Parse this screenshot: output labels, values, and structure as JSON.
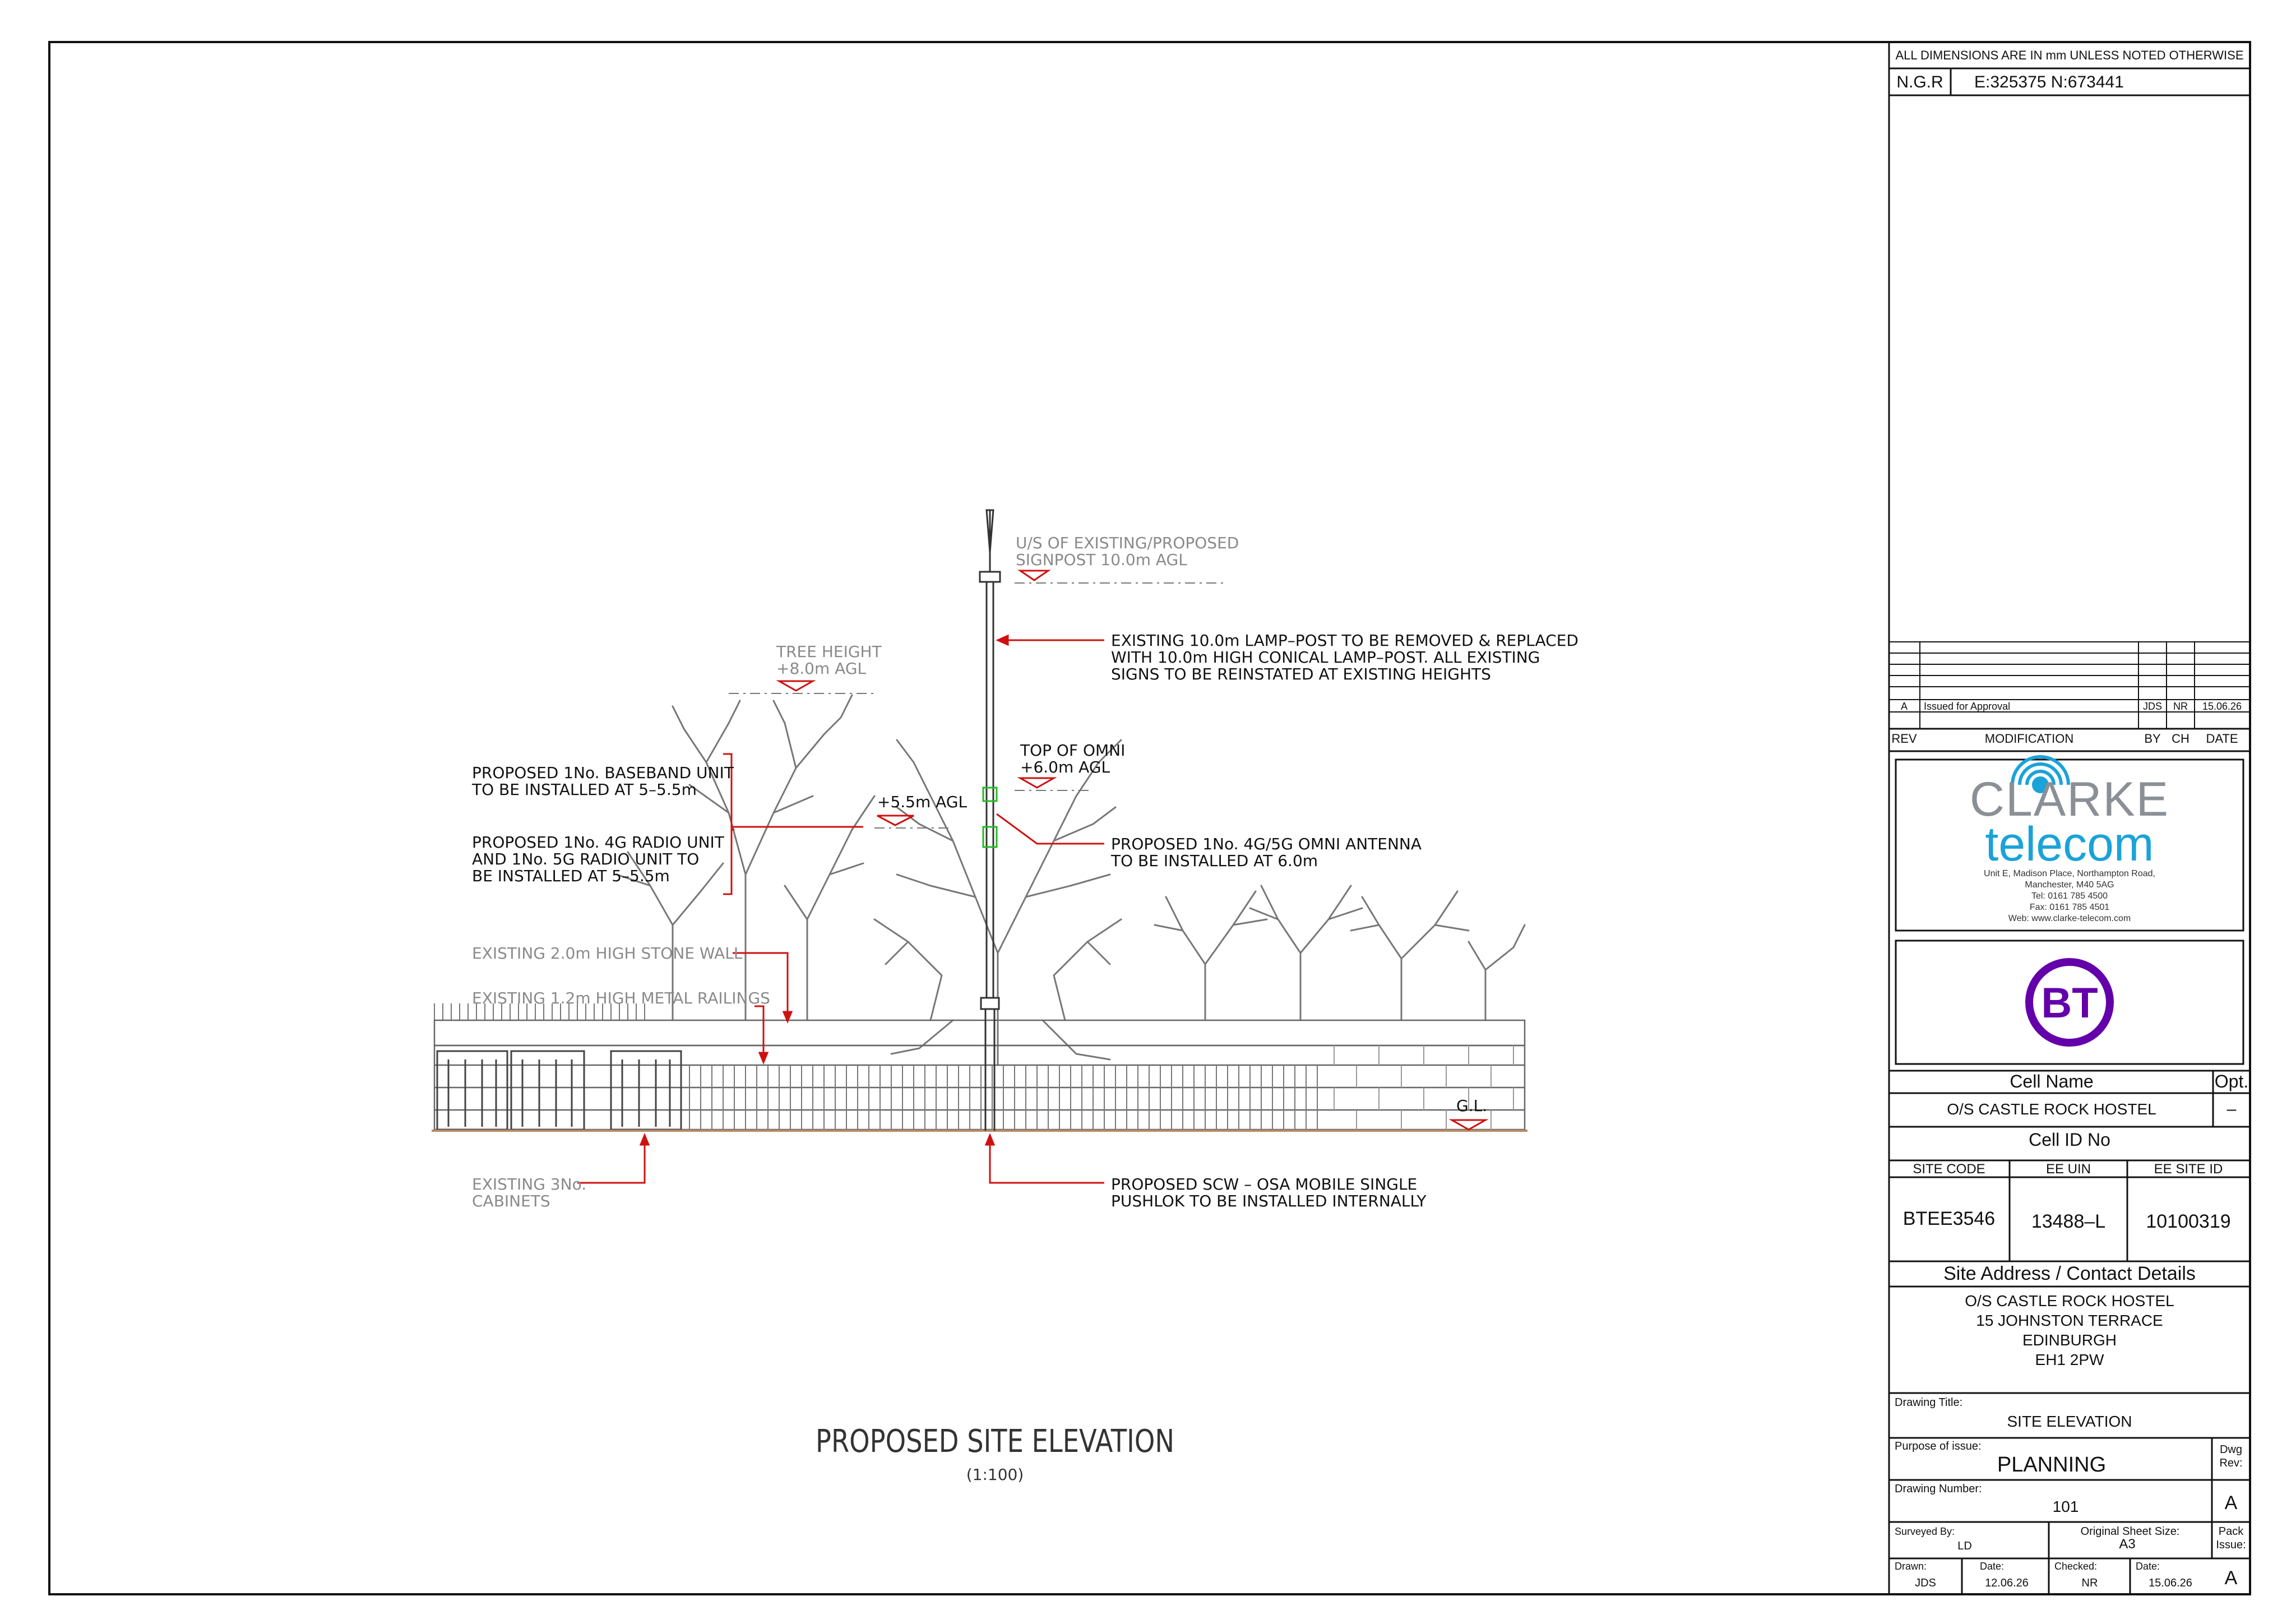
{
  "title_block": {
    "dimensions_note": "ALL DIMENSIONS ARE IN mm UNLESS NOTED OTHERWISE",
    "ngr_label": "N.G.R",
    "ngr_value": "E:325375  N:673441",
    "revision_row": {
      "rev": "A",
      "modification": "Issued for Approval",
      "by": "JDS",
      "ch": "NR",
      "date": "15.06.26"
    },
    "rev_headers": {
      "rev": "REV",
      "modification": "MODIFICATION",
      "by": "BY",
      "ch": "CH",
      "date": "DATE"
    },
    "company_logo": {
      "name_top": "CLARKE",
      "name_bottom": "telecom",
      "address_lines": [
        "Unit E, Madison Place, Northampton Road,",
        "Manchester, M40 5AG",
        "Tel: 0161 785 4500",
        "Fax: 0161 785 4501",
        "Web: www.clarke-telecom.com"
      ]
    },
    "client_logo": "BT",
    "cell_name_label": "Cell Name",
    "opt_label": "Opt.",
    "cell_name": "O/S CASTLE ROCK HOSTEL",
    "opt_value": "–",
    "cell_id_label": "Cell ID No",
    "site_code_label": "SITE CODE",
    "ee_uin_label": "EE UIN",
    "ee_site_id_label": "EE SITE ID",
    "site_code": "BTEE3546",
    "ee_uin": "13488–L",
    "ee_site_id": "10100319",
    "address_label": "Site Address / Contact Details",
    "address_lines": [
      "O/S CASTLE ROCK HOSTEL",
      "15 JOHNSTON TERRACE",
      "EDINBURGH",
      "EH1 2PW"
    ],
    "drawing_title_label": "Drawing Title:",
    "drawing_title": "SITE ELEVATION",
    "purpose_label": "Purpose of issue:",
    "purpose": "PLANNING",
    "dwg_rev_label_1": "Dwg",
    "dwg_rev_label_2": "Rev:",
    "drawing_number_label": "Drawing Number:",
    "drawing_number": "101",
    "dwg_rev": "A",
    "surveyed_by_label": "Surveyed By:",
    "surveyed_by": "LD",
    "sheet_size_label": "Original Sheet Size:",
    "sheet_size": "A3",
    "pack_issue_label_1": "Pack",
    "pack_issue_label_2": "Issue:",
    "drawn_label": "Drawn:",
    "drawn": "JDS",
    "date_label_1": "Date:",
    "date_1": "12.06.26",
    "checked_label": "Checked:",
    "checked": "NR",
    "date_label_2": "Date:",
    "date_2": "15.06.26",
    "pack_issue": "A"
  },
  "elevation": {
    "title": "PROPOSED SITE ELEVATION",
    "scale": "(1:100)",
    "levels": {
      "signpost": [
        "U/S OF EXISTING/PROPOSED",
        "SIGNPOST 10.0m AGL"
      ],
      "tree": [
        "TREE HEIGHT",
        "+8.0m AGL"
      ],
      "omni_top": [
        "TOP OF OMNI",
        "+6.0m AGL"
      ],
      "plus_5_5": "+5.5m AGL",
      "ground": "G.L."
    },
    "notes": {
      "lamp_post": [
        "EXISTING 10.0m LAMP–POST TO BE REMOVED & REPLACED",
        "WITH 10.0m HIGH CONICAL LAMP–POST. ALL EXISTING",
        "SIGNS TO BE REINSTATED AT EXISTING HEIGHTS"
      ],
      "baseband": [
        "PROPOSED 1No. BASEBAND UNIT",
        "TO BE INSTALLED AT 5–5.5m"
      ],
      "radio": [
        "PROPOSED 1No. 4G RADIO UNIT",
        "AND 1No. 5G RADIO UNIT TO",
        "BE INSTALLED AT 5–5.5m"
      ],
      "omni": [
        "PROPOSED 1No. 4G/5G OMNI ANTENNA",
        "TO BE INSTALLED AT 6.0m"
      ],
      "wall": "EXISTING 2.0m HIGH STONE WALL",
      "railings": "EXISTING 1.2m HIGH METAL RAILINGS",
      "cabinets": [
        "EXISTING 3No.",
        "CABINETS"
      ],
      "scw": [
        "PROPOSED SCW – OSA MOBILE SINGLE",
        "PUSHLOK TO BE INSTALLED INTERNALLY"
      ]
    }
  },
  "colors": {
    "line": "#111111",
    "grey_text": "#8a8a8a",
    "red_leader": "#d01010",
    "green_antenna": "#22bb22",
    "clarke_grey": "#8a9096",
    "clarke_blue": "#1aa3d8",
    "bt_purple": "#6400aa"
  }
}
